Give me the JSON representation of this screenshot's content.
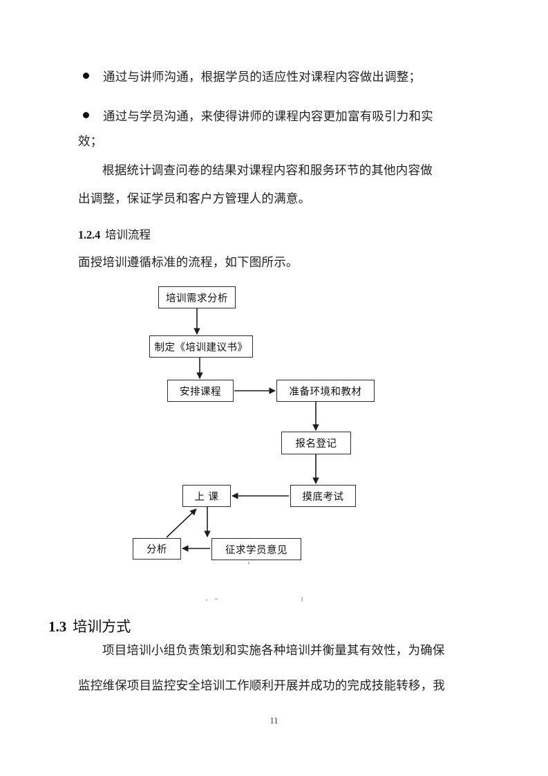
{
  "document": {
    "page_number": "11",
    "colors": {
      "text": "#232323",
      "heading": "#111111",
      "box_border": "#2b2b2b",
      "page_background": "#ffffff"
    }
  },
  "bullets": [
    {
      "marker": "●",
      "text": "通过与讲师沟通，根据学员的适应性对课程内容做出调整；"
    },
    {
      "marker": "●",
      "text": "通过与学员沟通，来使得讲师的课程内容更加富有吸引力和实"
    }
  ],
  "paragraphs": {
    "bullet2_continuation": "效；",
    "para1_line1": "根据统计调查问卷的结果对课程内容和服务环节的其他内容做",
    "para1_line2": "出调整，保证学员和客户方管理人的满意。",
    "intro_line": "面授培训遵循标准的流程，如下图所示。",
    "para2_line1": "项目培训小组负责策划和实施各种培训并衡量其有效性，为确保",
    "para2_line2": "监控维保项目监控安全培训工作顺利开展并成功的完成技能转移，我"
  },
  "headings": {
    "sub_number": "1.2.4",
    "sub_title": "培训流程",
    "main_number": "1.3",
    "main_title": "培训方式"
  },
  "flowchart": {
    "nodes": [
      {
        "id": "need-analysis",
        "label": "培训需求分析"
      },
      {
        "id": "proposal",
        "label": "制定《培训建议书》"
      },
      {
        "id": "arrange-course",
        "label": "安排课程"
      },
      {
        "id": "prepare-env",
        "label": "准备环境和教材"
      },
      {
        "id": "registration",
        "label": "报名登记"
      },
      {
        "id": "placement-test",
        "label": "摸底考试"
      },
      {
        "id": "class",
        "label": "上  课"
      },
      {
        "id": "feedback",
        "label": "征求学员意见"
      },
      {
        "id": "analysis",
        "label": "分析"
      }
    ],
    "edges": [
      {
        "from": "need-analysis",
        "to": "proposal"
      },
      {
        "from": "proposal",
        "to": "arrange-course"
      },
      {
        "from": "arrange-course",
        "to": "prepare-env"
      },
      {
        "from": "prepare-env",
        "to": "registration"
      },
      {
        "from": "registration",
        "to": "placement-test"
      },
      {
        "from": "placement-test",
        "to": "class"
      },
      {
        "from": "class",
        "to": "feedback"
      },
      {
        "from": "feedback",
        "to": "analysis"
      },
      {
        "from": "analysis",
        "to": "class"
      }
    ]
  }
}
